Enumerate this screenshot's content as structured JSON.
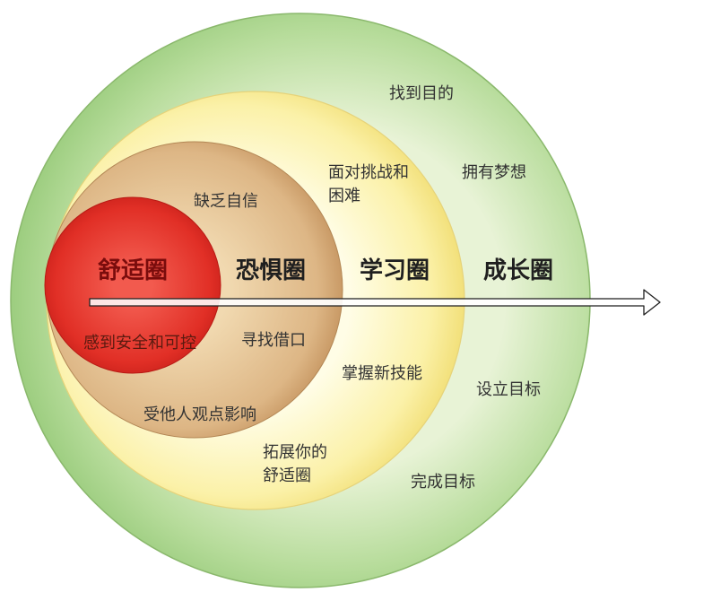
{
  "diagram": {
    "zones": {
      "comfort": {
        "label": "舒适圈"
      },
      "fear": {
        "label": "恐惧圈"
      },
      "learning": {
        "label": "学习圈"
      },
      "growth": {
        "label": "成长圈"
      }
    },
    "notes": {
      "comfort_safe": "感到安全和可控",
      "fear_confidence": "缺乏自信",
      "fear_excuses": "寻找借口",
      "fear_opinions": "受他人观点影响",
      "learning_challenges_l1": "面对挑战和",
      "learning_challenges_l2": "困难",
      "learning_skills": "掌握新技能",
      "learning_expand_l1": "拓展你的",
      "learning_expand_l2": "舒适圈",
      "growth_purpose": "找到目的",
      "growth_dreams": "拥有梦想",
      "growth_set_goals": "设立目标",
      "growth_complete_goals": "完成目标"
    },
    "colors": {
      "growth": "#a9d68c",
      "learning": "#fbf3b8",
      "fear": "#d9b07e",
      "comfort": "#e8322a"
    }
  }
}
